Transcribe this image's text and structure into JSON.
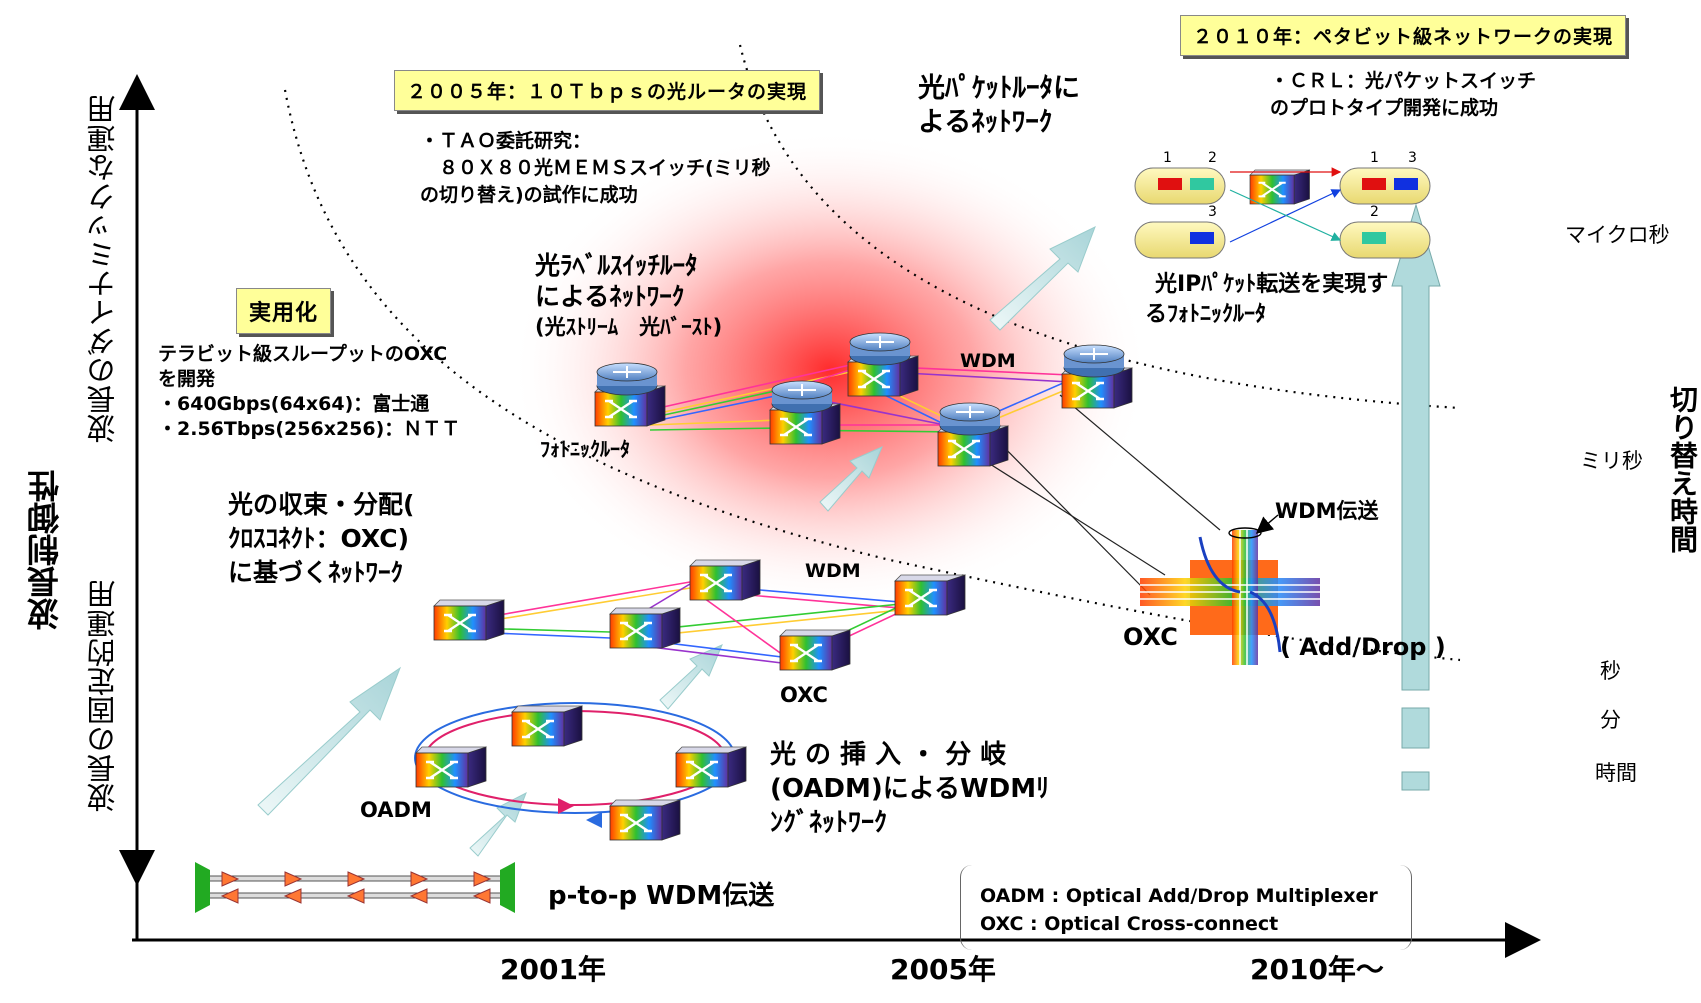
{
  "axes": {
    "y_title": "波長制御性",
    "y_upper": "波長のダイナミックな運用",
    "y_lower": "波長の固定的運用",
    "x_ticks": [
      "2001年",
      "2005年",
      "2010年～"
    ],
    "right_title": "切り替え時間",
    "right_ticks": [
      "マイクロ秒",
      "ミリ秒",
      "秒",
      "分",
      "時間"
    ]
  },
  "milestones": {
    "m2005": "２００５年：１０Ｔｂｐｓの光ルータの実現",
    "m2010": "２０１０年：ペタビット級ネットワークの実現",
    "practical": "実用化"
  },
  "notes": {
    "oxc_dev": [
      "テラビット級スループットのOXC",
      "を開発",
      "・640Gbps(64x64)：富士通",
      "・2.56Tbps(256x256)：ＮＴＴ"
    ],
    "tao": [
      "・ＴＡＯ委託研究：",
      "　８０Ｘ８０光ＭＥＭＳスイッチ(ミリ秒",
      "の切り替え)の試作に成功"
    ],
    "crl": [
      "・ＣＲＬ：光パケットスイッチ",
      "のプロトタイプ開発に成功"
    ]
  },
  "labels": {
    "oxc_network": [
      "光の収束・分配(",
      "ｸﾛｽｺﾈｸﾄ：OXC)",
      "に基づくﾈｯﾄﾜｰｸ"
    ],
    "label_switch": [
      "光ﾗﾍﾞﾙｽｲｯﾁﾙｰﾀ",
      "によるﾈｯﾄﾜｰｸ",
      "(光ｽﾄﾘｰﾑ　光ﾊﾞｰｽﾄ)"
    ],
    "packet_router": [
      "光ﾊﾟｹｯﾄﾙｰﾀに",
      "よるﾈｯﾄﾜｰｸ"
    ],
    "ip_packet": [
      "光IPﾊﾟｹｯﾄ転送を実現す",
      "るﾌｫﾄﾆｯｸﾙｰﾀ"
    ],
    "oadm_ring": [
      "光 の 挿 入 ・ 分 岐",
      "(OADM)によるWDMﾘ",
      "ﾝｸﾞﾈｯﾄﾜｰｸ"
    ],
    "p2p": "p-to-p WDM伝送",
    "photonic_router": "ﾌｫﾄﾆｯｸﾙｰﾀ",
    "wdm": "WDM",
    "wdm_upper": "WDM",
    "oxc_small": "OXC",
    "oadm": "OADM",
    "wdm_transmission": "WDM伝送",
    "oxc_cross": "OXC",
    "add_drop": "( Add/Drop )",
    "packet_nums": [
      "1",
      "2",
      "3",
      "1",
      "3",
      "2"
    ]
  },
  "definitions": [
    "OADM : Optical Add/Drop Multiplexer",
    "OXC : Optical Cross-connect"
  ]
}
